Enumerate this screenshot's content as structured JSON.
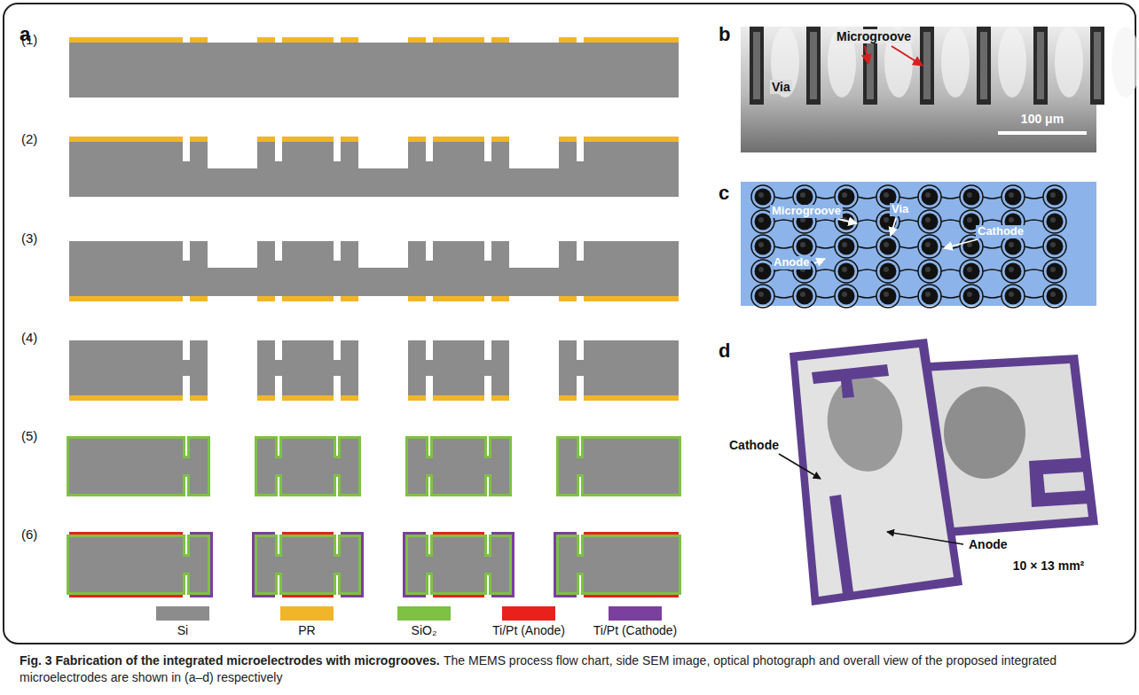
{
  "diagram": {
    "title": "Fig. 3 Fabrication of the integrated microelectrodes with microgrooves.",
    "caption": "The MEMS process flow chart, side SEM image, optical photograph and overall view of the proposed integrated microelectrodes are shown in (a–d) respectively",
    "labels": [
      "a",
      "(1)",
      "(2)",
      "(3)",
      "(4)",
      "(5)",
      "(6)",
      "b",
      "Microgroove",
      "Via",
      "100 μm",
      "c",
      "Microgroove",
      "Via",
      "Cathode",
      "Anode",
      "d",
      "Cathode",
      "Anode",
      "10 × 13 mm²"
    ],
    "legend": [
      {
        "text": "Si",
        "color": "#8c8c8c"
      },
      {
        "text": "PR",
        "color": "#f1b52a"
      },
      {
        "text": "SiO₂",
        "color": "#7dc242"
      },
      {
        "text": "Ti/Pt (Anode)",
        "color": "#e8211d"
      },
      {
        "text": "Ti/Pt (Cathode)",
        "color": "#7b3f9e"
      }
    ]
  }
}
